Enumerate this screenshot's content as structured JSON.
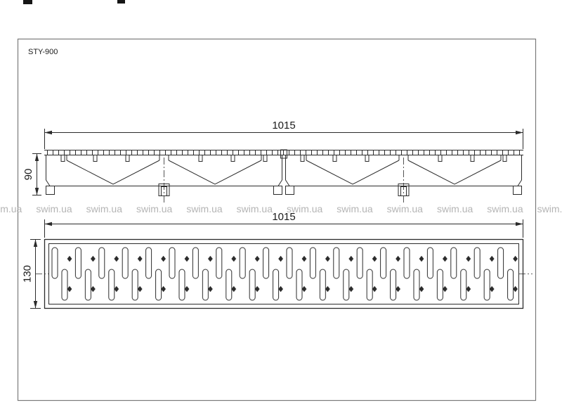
{
  "drawing": {
    "product_code": "STY-900",
    "views": {
      "side": {
        "width_label": "1015",
        "height_label": "90"
      },
      "plan": {
        "width_label": "1015",
        "height_label": "130"
      }
    },
    "watermark": {
      "text": "swim.ua",
      "count": 12
    },
    "colors": {
      "line": "#2b2b2b",
      "text": "#1a1a1a",
      "watermark": "#b5b5b5",
      "border": "#7a7a7a"
    }
  }
}
